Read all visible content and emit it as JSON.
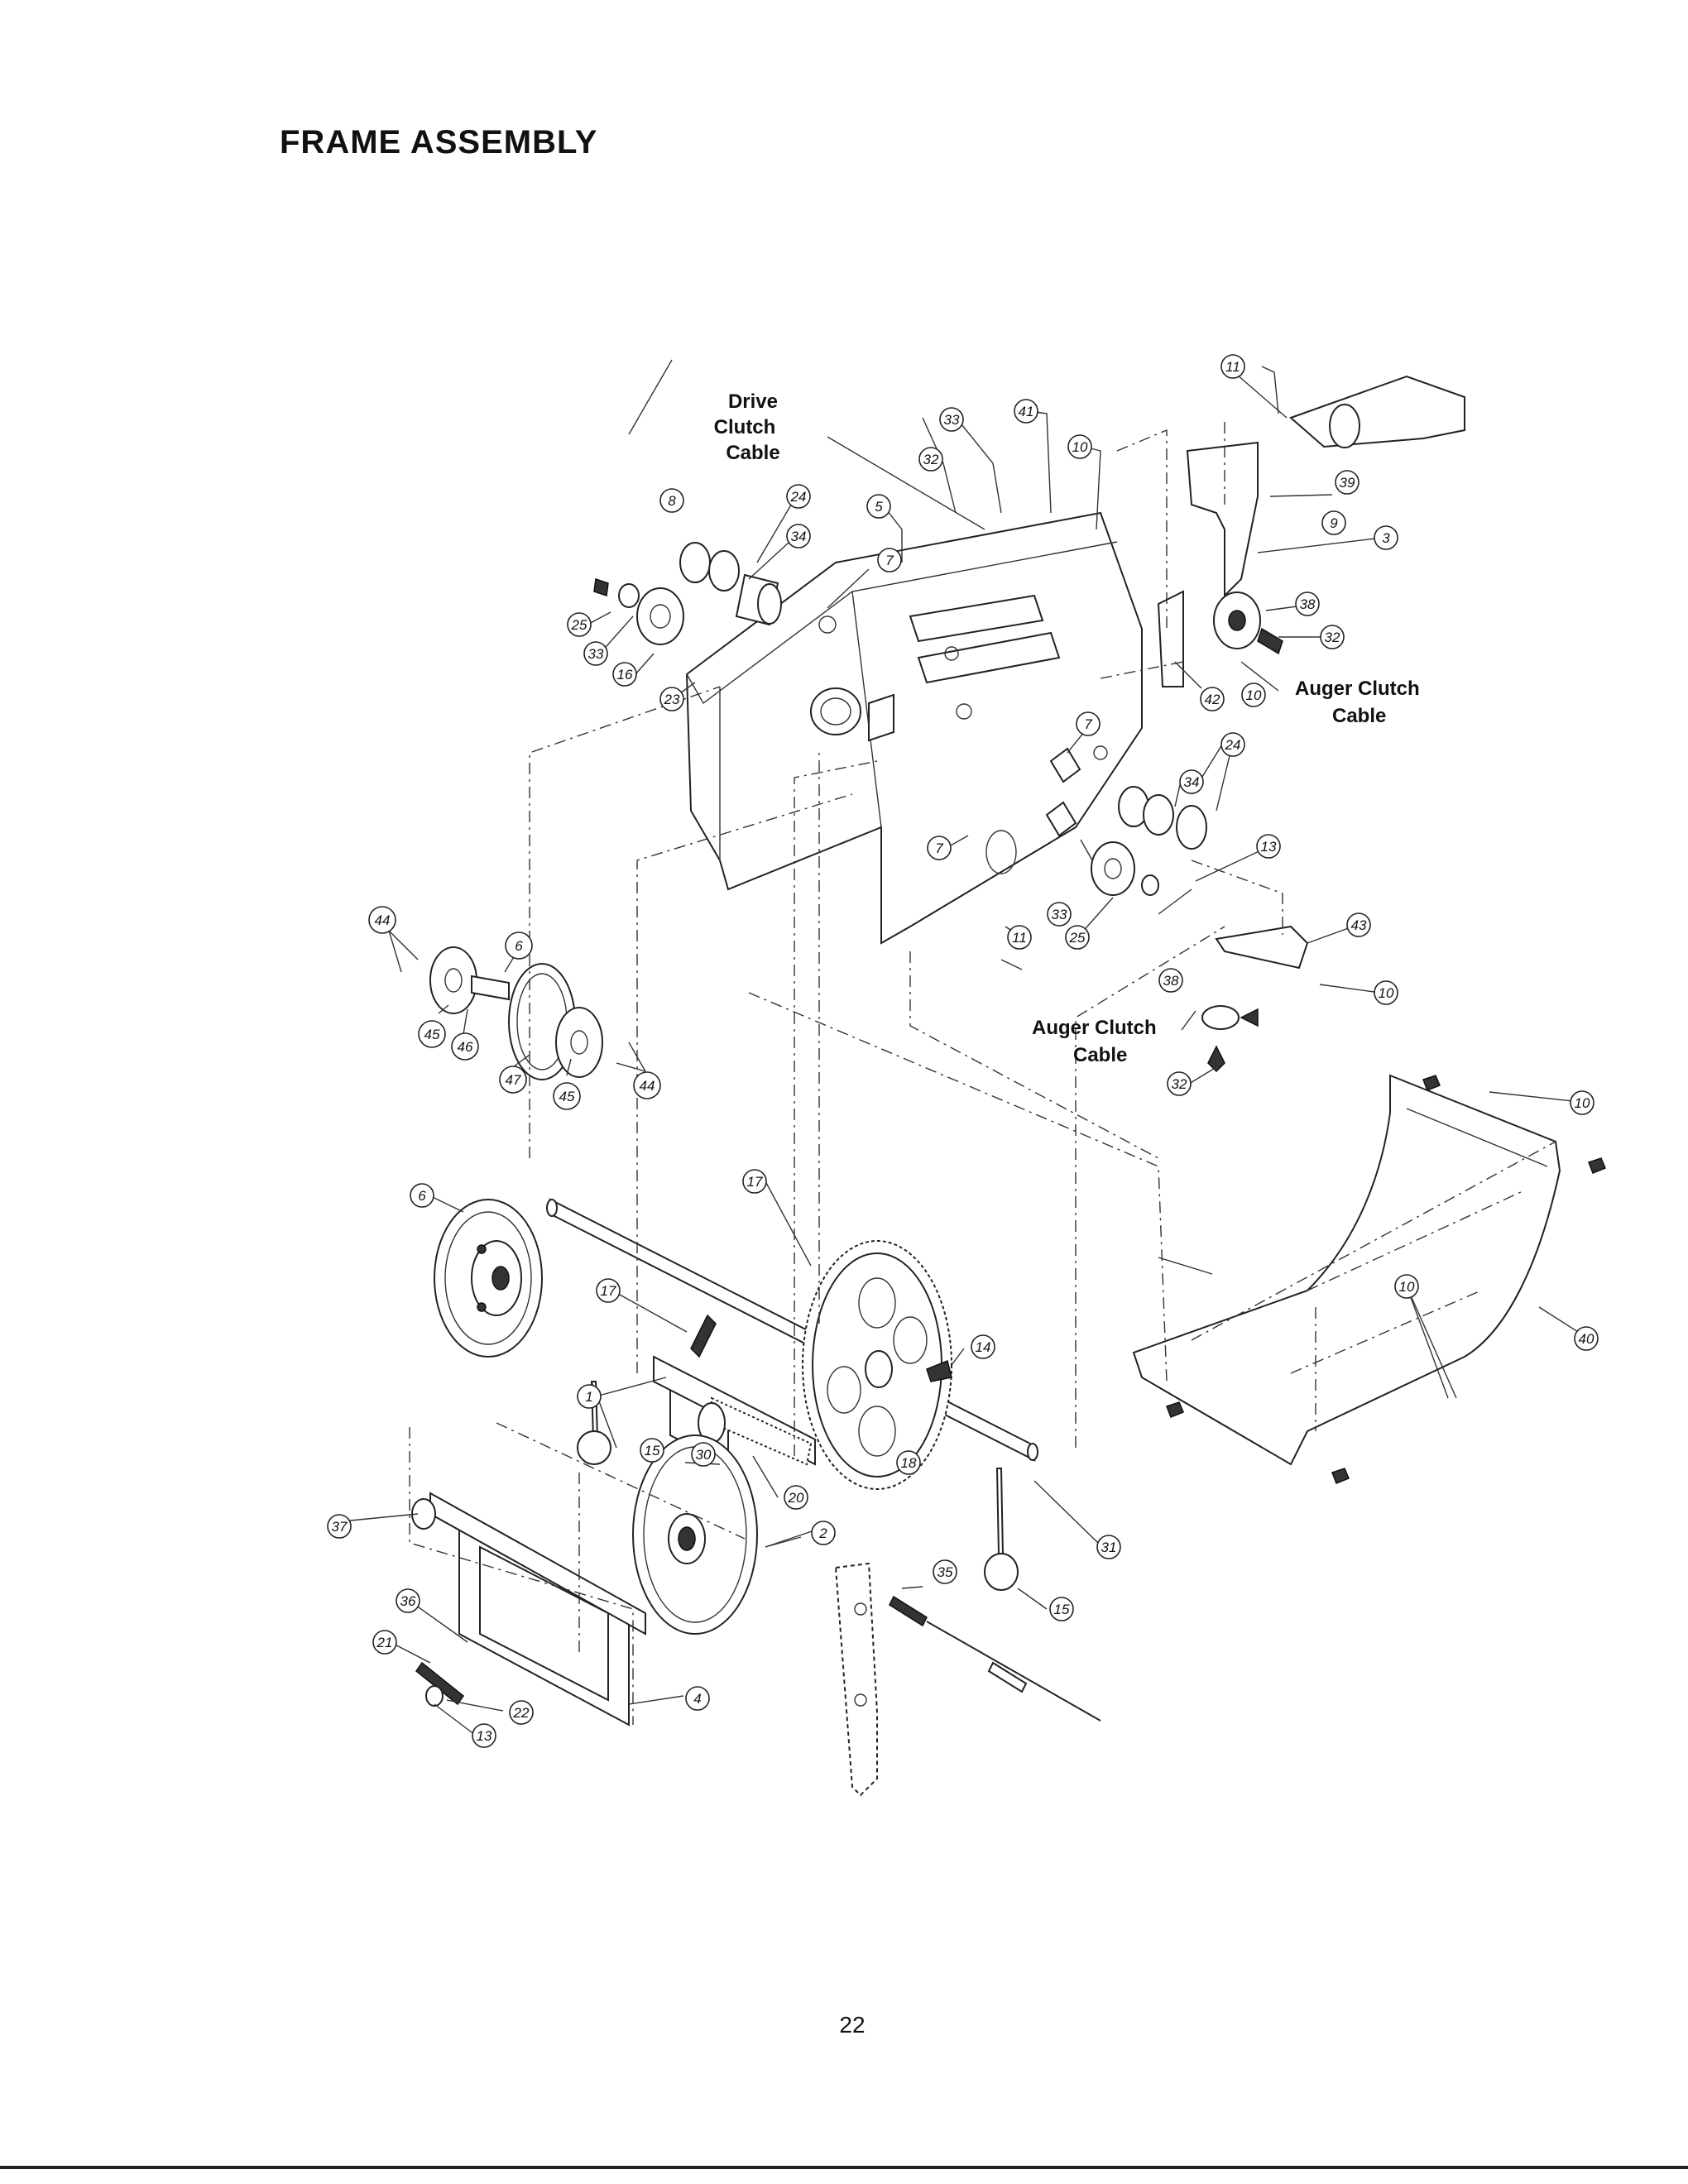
{
  "page": {
    "title": "FRAME ASSEMBLY",
    "page_number": "22"
  },
  "callouts": {
    "drive_clutch_cable": [
      "Drive",
      "Clutch",
      "Cable"
    ],
    "auger_clutch_cable_upper": [
      "Auger Clutch",
      "Cable"
    ],
    "auger_clutch_cable_lower": [
      "Auger Clutch",
      "Cable"
    ]
  },
  "part_refs": [
    "11",
    "33",
    "41",
    "10",
    "32",
    "8",
    "24",
    "34",
    "5",
    "7",
    "39",
    "9",
    "3",
    "25",
    "33",
    "16",
    "23",
    "38",
    "32",
    "42",
    "10",
    "7",
    "24",
    "34",
    "7",
    "13",
    "33",
    "25",
    "43",
    "11",
    "38",
    "10",
    "32",
    "44",
    "6",
    "45",
    "46",
    "47",
    "45",
    "44",
    "10",
    "6",
    "17",
    "17",
    "14",
    "10",
    "40",
    "1",
    "15",
    "30",
    "18",
    "20",
    "31",
    "37",
    "2",
    "35",
    "36",
    "15",
    "21",
    "4",
    "22",
    "13"
  ]
}
